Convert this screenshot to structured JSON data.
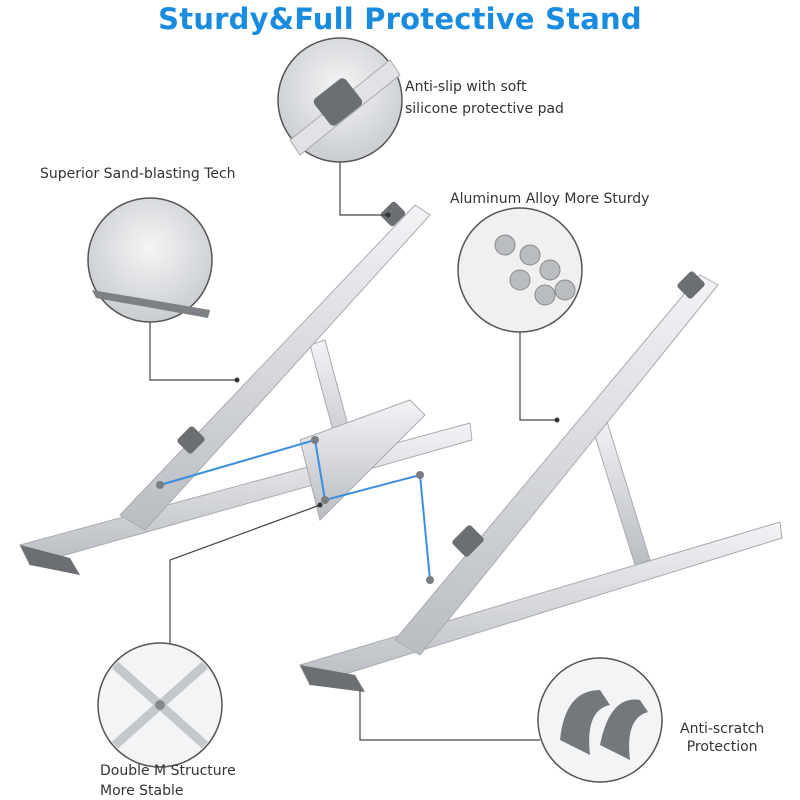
{
  "title": "Sturdy&Full Protective Stand",
  "colors": {
    "title": "#1a8ce0",
    "connector_lines": "#3b8fe0",
    "callout_lines": "#444444",
    "aluminum": "#d9dbde"
  },
  "callouts": {
    "anti_slip": {
      "line1": "Anti-slip with soft",
      "line2": "silicone protective pad",
      "icon": "silicone-pad-closeup"
    },
    "sand_blasting": {
      "line1": "Superior Sand-blasting Tech",
      "icon": "sandblasted-surface-closeup"
    },
    "aluminum": {
      "line1": "Aluminum Alloy More Sturdy",
      "icon": "aluminum-rods-closeup"
    },
    "double_m": {
      "line1": "Double M Structure",
      "line2": "More Stable",
      "icon": "double-m-hinge-closeup"
    },
    "anti_scratch": {
      "line1": "Anti-scratch",
      "line2": "Protection",
      "icon": "rubber-foot-closeup"
    }
  }
}
